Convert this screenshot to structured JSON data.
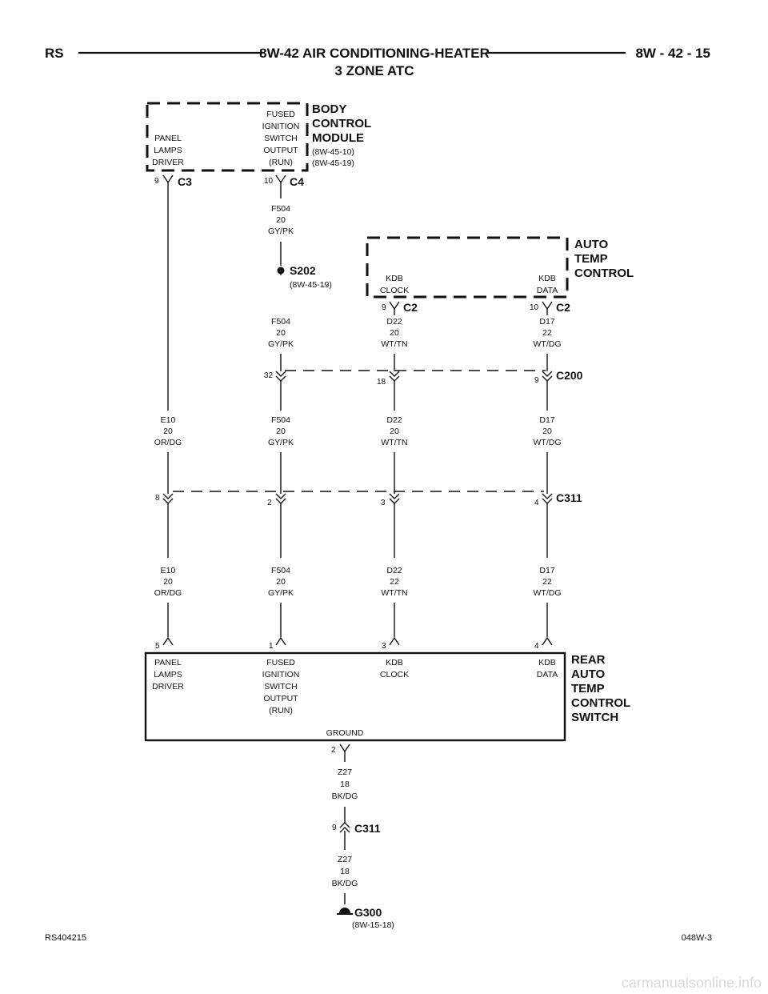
{
  "header": {
    "left": "RS",
    "title_line1": "8W-42 AIR CONDITIONING-HEATER",
    "title_line2": "3 ZONE ATC",
    "right": "8W - 42 - 15"
  },
  "bcm": {
    "name": [
      "BODY",
      "CONTROL",
      "MODULE"
    ],
    "refs": [
      "(8W-45-10)",
      "(8W-45-19)"
    ],
    "panel_lamps_driver": [
      "PANEL",
      "LAMPS",
      "DRIVER"
    ],
    "fused_ignition": [
      "FUSED",
      "IGNITION",
      "SWITCH",
      "OUTPUT",
      "(RUN)"
    ],
    "pin_c3": "9",
    "conn_c3": "C3",
    "pin_c4": "10",
    "conn_c4": "C4"
  },
  "atc": {
    "name": [
      "AUTO",
      "TEMP",
      "CONTROL"
    ],
    "kdb_clock": [
      "KDB",
      "CLOCK"
    ],
    "kdb_data": [
      "KDB",
      "DATA"
    ],
    "pin_clock": "9",
    "pin_data": "10",
    "conn": "C2"
  },
  "splice": {
    "name": "S202",
    "ref": "(8W-45-19)"
  },
  "c200": {
    "name": "C200",
    "pins": [
      "32",
      "18",
      "9"
    ]
  },
  "c311": {
    "name": "C311",
    "pins": [
      "8",
      "2",
      "3",
      "4"
    ]
  },
  "wires": {
    "f504_top": [
      "F504",
      "20",
      "GY/PK"
    ],
    "f504_mid": [
      "F504",
      "20",
      "GY/PK"
    ],
    "d22_top": [
      "D22",
      "20",
      "WT/TN"
    ],
    "d17_top": [
      "D17",
      "22",
      "WT/DG"
    ],
    "e10_a": [
      "E10",
      "20",
      "OR/DG"
    ],
    "f504_b": [
      "F504",
      "20",
      "GY/PK"
    ],
    "d22_b": [
      "D22",
      "20",
      "WT/TN"
    ],
    "d17_b": [
      "D17",
      "20",
      "WT/DG"
    ],
    "e10_c": [
      "E10",
      "20",
      "OR/DG"
    ],
    "f504_c": [
      "F504",
      "20",
      "GY/PK"
    ],
    "d22_c": [
      "D22",
      "22",
      "WT/TN"
    ],
    "d17_c": [
      "D17",
      "22",
      "WT/DG"
    ],
    "z27_a": [
      "Z27",
      "18",
      "BK/DG"
    ],
    "z27_b": [
      "Z27",
      "18",
      "BK/DG"
    ]
  },
  "rear_switch": {
    "name": [
      "REAR",
      "AUTO",
      "TEMP",
      "CONTROL",
      "SWITCH"
    ],
    "pins": [
      "5",
      "1",
      "3",
      "4"
    ],
    "panel_lamps_driver": [
      "PANEL",
      "LAMPS",
      "DRIVER"
    ],
    "fused_ignition": [
      "FUSED",
      "IGNITION",
      "SWITCH",
      "OUTPUT",
      "(RUN)"
    ],
    "kdb_clock": [
      "KDB",
      "CLOCK"
    ],
    "kdb_data": [
      "KDB",
      "DATA"
    ],
    "ground": "GROUND",
    "ground_pin": "2"
  },
  "c311_ground": {
    "pin": "9",
    "name": "C311"
  },
  "ground": {
    "name": "G300",
    "ref": "(8W-15-18)"
  },
  "footer": {
    "left": "RS404215",
    "right": "048W-3",
    "watermark": "carmanualsonline.info"
  }
}
